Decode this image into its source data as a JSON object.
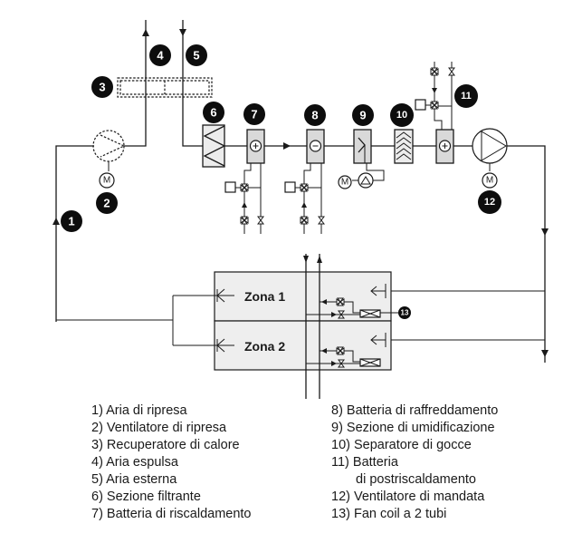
{
  "diagram": {
    "title": "Schema impianto ad aria primaria con fan coil",
    "badges": {
      "b1": "1",
      "b2": "2",
      "b3": "3",
      "b4": "4",
      "b5": "5",
      "b6": "6",
      "b7": "7",
      "b8": "8",
      "b9": "9",
      "b10": "10",
      "b11": "11",
      "b12": "12",
      "b13": "13"
    },
    "motor_label": "M",
    "zones": [
      {
        "label": "Zona 1"
      },
      {
        "label": "Zona 2"
      }
    ]
  },
  "legend": {
    "left": [
      "1) Aria di ripresa",
      "2) Ventilatore di ripresa",
      "3) Recuperatore di calore",
      "4) Aria espulsa",
      "5) Aria esterna",
      "6) Sezione filtrante",
      "7) Batteria di riscaldamento"
    ],
    "right": [
      "8) Batteria di raffreddamento",
      "9) Sezione di umidificazione",
      "10) Separatore di gocce",
      "11) Batteria",
      "di postriscaldamento",
      "12) Ventilatore di mandata",
      "13) Fan coil a 2 tubi"
    ]
  }
}
